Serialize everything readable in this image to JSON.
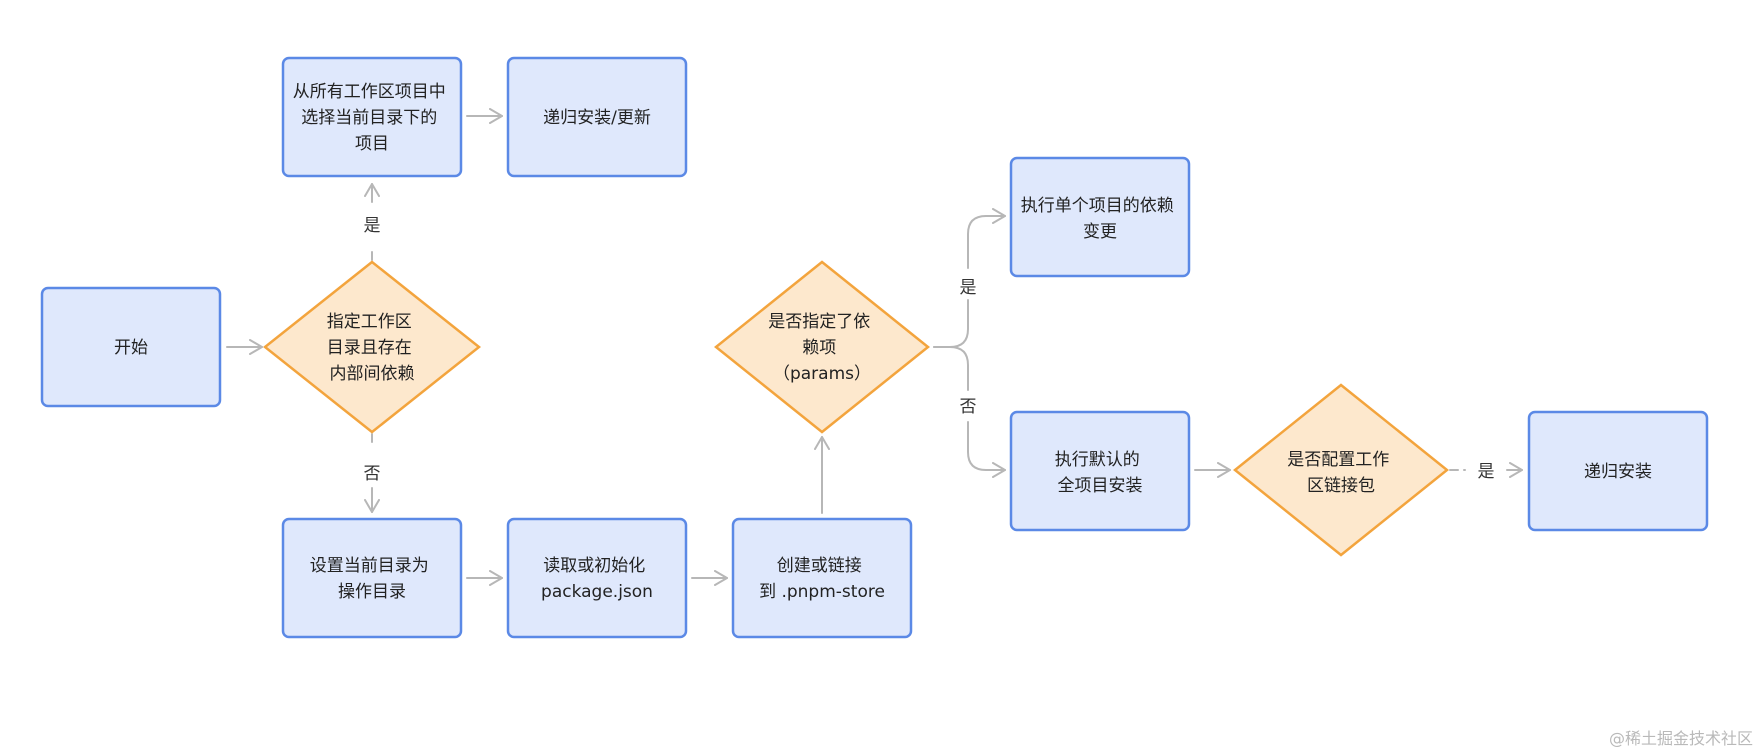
{
  "colors": {
    "process_fill": "#dfe8fc",
    "process_stroke": "#5b89e6",
    "decision_fill": "#fde8cd",
    "decision_stroke": "#f3a43d",
    "connector": "#b7b7b7"
  },
  "nodes": {
    "start": {
      "lines": [
        "开始"
      ]
    },
    "select_projects": {
      "lines": [
        "从所有工作区项目中",
        "选择当前目录下的",
        "项目"
      ]
    },
    "recursive_update": {
      "lines": [
        "递归安装/更新"
      ]
    },
    "check_workspace": {
      "lines": [
        "指定工作区",
        "目录且存在",
        "内部间依赖"
      ]
    },
    "set_dir": {
      "lines": [
        "设置当前目录为",
        "操作目录"
      ]
    },
    "read_pkg": {
      "lines": [
        "读取或初始化",
        "package.json"
      ]
    },
    "link_store": {
      "lines": [
        "创建或链接",
        "到 .pnpm-store"
      ]
    },
    "check_params": {
      "lines": [
        "是否指定了依",
        "赖项",
        "（params）"
      ]
    },
    "single_change": {
      "lines": [
        "执行单个项目的依赖",
        "变更"
      ]
    },
    "full_install": {
      "lines": [
        "执行默认的",
        "全项目安装"
      ]
    },
    "check_link": {
      "lines": [
        "是否配置工作",
        "区链接包"
      ]
    },
    "recursive_install": {
      "lines": [
        "递归安装"
      ]
    }
  },
  "edge_labels": {
    "workspace_yes": "是",
    "workspace_no": "否",
    "params_yes": "是",
    "params_no": "否",
    "link_yes": "是"
  },
  "watermark": "@稀土掘金技术社区"
}
